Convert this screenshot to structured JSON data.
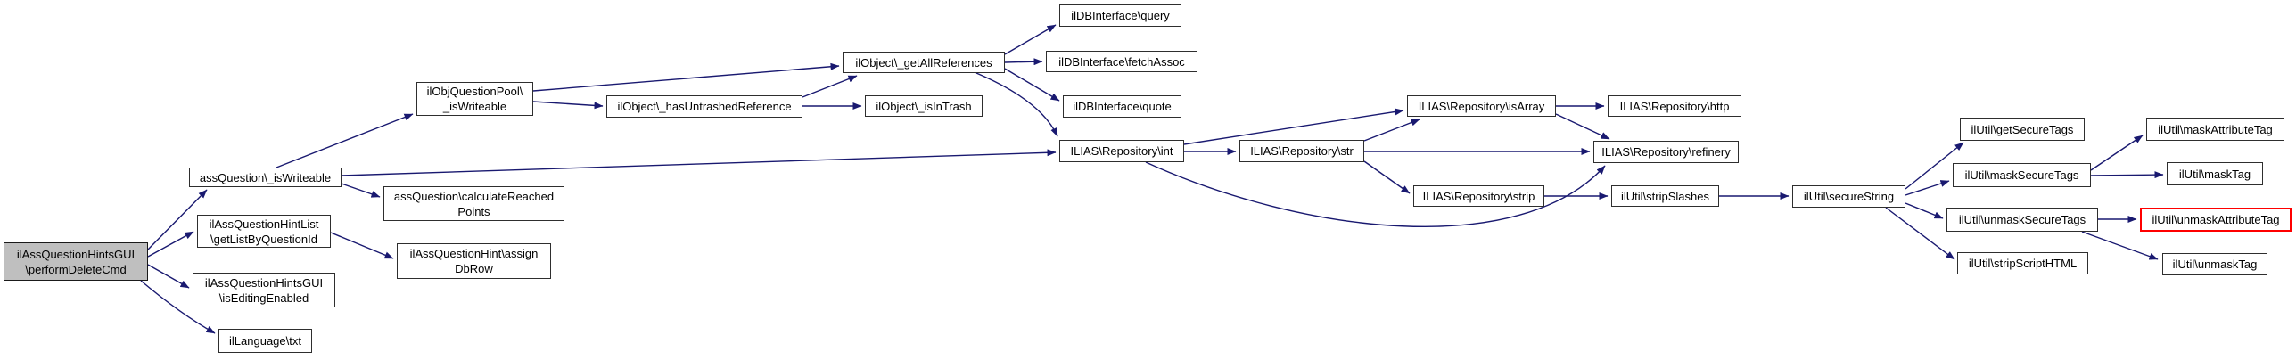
{
  "diagram": {
    "type": "call-graph",
    "colors": {
      "edge": "#191970",
      "node_border": "#2e2e2e",
      "node_fill": "#ffffff",
      "root_fill": "#bfbfbf",
      "highlight_border": "#ff0000",
      "text": "#000000",
      "background": "#ffffff"
    },
    "nodes": [
      {
        "id": "perform-delete-cmd",
        "lines": [
          "ilAssQuestionHintsGUI",
          "\\performDeleteCmd"
        ],
        "role": "root"
      },
      {
        "id": "ass-question-is-writeable",
        "lines": [
          "assQuestion\\_isWriteable"
        ],
        "role": "node"
      },
      {
        "id": "hint-list-get-list-by-question-id",
        "lines": [
          "ilAssQuestionHintList",
          "\\getListByQuestionId"
        ],
        "role": "node"
      },
      {
        "id": "hints-gui-is-editing-enabled",
        "lines": [
          "ilAssQuestionHintsGUI",
          "\\isEditingEnabled"
        ],
        "role": "node"
      },
      {
        "id": "il-language-txt",
        "lines": [
          "ilLanguage\\txt"
        ],
        "role": "node"
      },
      {
        "id": "obj-question-pool-is-writeable",
        "lines": [
          "ilObjQuestionPool\\",
          "_isWriteable"
        ],
        "role": "node"
      },
      {
        "id": "calculate-reached-points",
        "lines": [
          "assQuestion\\calculateReached",
          "Points"
        ],
        "role": "node"
      },
      {
        "id": "assign-db-row",
        "lines": [
          "ilAssQuestionHint\\assign",
          "DbRow"
        ],
        "role": "node"
      },
      {
        "id": "has-untrashed-reference",
        "lines": [
          "ilObject\\_hasUntrashedReference"
        ],
        "role": "node"
      },
      {
        "id": "get-all-references",
        "lines": [
          "ilObject\\_getAllReferences"
        ],
        "role": "node"
      },
      {
        "id": "is-in-trash",
        "lines": [
          "ilObject\\_isInTrash"
        ],
        "role": "node"
      },
      {
        "id": "db-query",
        "lines": [
          "ilDBInterface\\query"
        ],
        "role": "node"
      },
      {
        "id": "db-fetch-assoc",
        "lines": [
          "ilDBInterface\\fetchAssoc"
        ],
        "role": "node"
      },
      {
        "id": "db-quote",
        "lines": [
          "ilDBInterface\\quote"
        ],
        "role": "node"
      },
      {
        "id": "repo-int",
        "lines": [
          "ILIAS\\Repository\\int"
        ],
        "role": "node"
      },
      {
        "id": "repo-str",
        "lines": [
          "ILIAS\\Repository\\str"
        ],
        "role": "node"
      },
      {
        "id": "repo-is-array",
        "lines": [
          "ILIAS\\Repository\\isArray"
        ],
        "role": "node"
      },
      {
        "id": "repo-http",
        "lines": [
          "ILIAS\\Repository\\http"
        ],
        "role": "node"
      },
      {
        "id": "repo-refinery",
        "lines": [
          "ILIAS\\Repository\\refinery"
        ],
        "role": "node"
      },
      {
        "id": "repo-strip",
        "lines": [
          "ILIAS\\Repository\\strip"
        ],
        "role": "node"
      },
      {
        "id": "strip-slashes",
        "lines": [
          "ilUtil\\stripSlashes"
        ],
        "role": "node"
      },
      {
        "id": "secure-string",
        "lines": [
          "ilUtil\\secureString"
        ],
        "role": "node"
      },
      {
        "id": "get-secure-tags",
        "lines": [
          "ilUtil\\getSecureTags"
        ],
        "role": "node"
      },
      {
        "id": "mask-attribute-tag",
        "lines": [
          "ilUtil\\maskAttributeTag"
        ],
        "role": "node"
      },
      {
        "id": "mask-secure-tags",
        "lines": [
          "ilUtil\\maskSecureTags"
        ],
        "role": "node"
      },
      {
        "id": "mask-tag",
        "lines": [
          "ilUtil\\maskTag"
        ],
        "role": "node"
      },
      {
        "id": "unmask-secure-tags",
        "lines": [
          "ilUtil\\unmaskSecureTags"
        ],
        "role": "node"
      },
      {
        "id": "unmask-attribute-tag",
        "lines": [
          "ilUtil\\unmaskAttributeTag"
        ],
        "role": "highlighted"
      },
      {
        "id": "strip-script-html",
        "lines": [
          "ilUtil\\stripScriptHTML"
        ],
        "role": "node"
      },
      {
        "id": "unmask-tag",
        "lines": [
          "ilUtil\\unmaskTag"
        ],
        "role": "node"
      }
    ],
    "edges": [
      {
        "from": "perform-delete-cmd",
        "to": "ass-question-is-writeable"
      },
      {
        "from": "perform-delete-cmd",
        "to": "hint-list-get-list-by-question-id"
      },
      {
        "from": "perform-delete-cmd",
        "to": "hints-gui-is-editing-enabled"
      },
      {
        "from": "perform-delete-cmd",
        "to": "il-language-txt"
      },
      {
        "from": "ass-question-is-writeable",
        "to": "obj-question-pool-is-writeable"
      },
      {
        "from": "ass-question-is-writeable",
        "to": "repo-int"
      },
      {
        "from": "ass-question-is-writeable",
        "to": "calculate-reached-points"
      },
      {
        "from": "hint-list-get-list-by-question-id",
        "to": "assign-db-row"
      },
      {
        "from": "obj-question-pool-is-writeable",
        "to": "get-all-references"
      },
      {
        "from": "obj-question-pool-is-writeable",
        "to": "has-untrashed-reference"
      },
      {
        "from": "has-untrashed-reference",
        "to": "get-all-references"
      },
      {
        "from": "has-untrashed-reference",
        "to": "is-in-trash"
      },
      {
        "from": "get-all-references",
        "to": "db-query"
      },
      {
        "from": "get-all-references",
        "to": "db-fetch-assoc"
      },
      {
        "from": "get-all-references",
        "to": "db-quote"
      },
      {
        "from": "get-all-references",
        "to": "repo-int"
      },
      {
        "from": "repo-int",
        "to": "repo-str"
      },
      {
        "from": "repo-int",
        "to": "repo-is-array"
      },
      {
        "from": "repo-int",
        "to": "repo-refinery"
      },
      {
        "from": "repo-str",
        "to": "repo-is-array"
      },
      {
        "from": "repo-str",
        "to": "repo-refinery"
      },
      {
        "from": "repo-str",
        "to": "repo-strip"
      },
      {
        "from": "repo-is-array",
        "to": "repo-http"
      },
      {
        "from": "repo-is-array",
        "to": "repo-refinery"
      },
      {
        "from": "repo-strip",
        "to": "strip-slashes"
      },
      {
        "from": "strip-slashes",
        "to": "secure-string"
      },
      {
        "from": "secure-string",
        "to": "get-secure-tags"
      },
      {
        "from": "secure-string",
        "to": "mask-secure-tags"
      },
      {
        "from": "secure-string",
        "to": "unmask-secure-tags"
      },
      {
        "from": "secure-string",
        "to": "strip-script-html"
      },
      {
        "from": "mask-secure-tags",
        "to": "mask-attribute-tag"
      },
      {
        "from": "mask-secure-tags",
        "to": "mask-tag"
      },
      {
        "from": "unmask-secure-tags",
        "to": "unmask-attribute-tag"
      },
      {
        "from": "unmask-secure-tags",
        "to": "unmask-tag"
      }
    ]
  }
}
